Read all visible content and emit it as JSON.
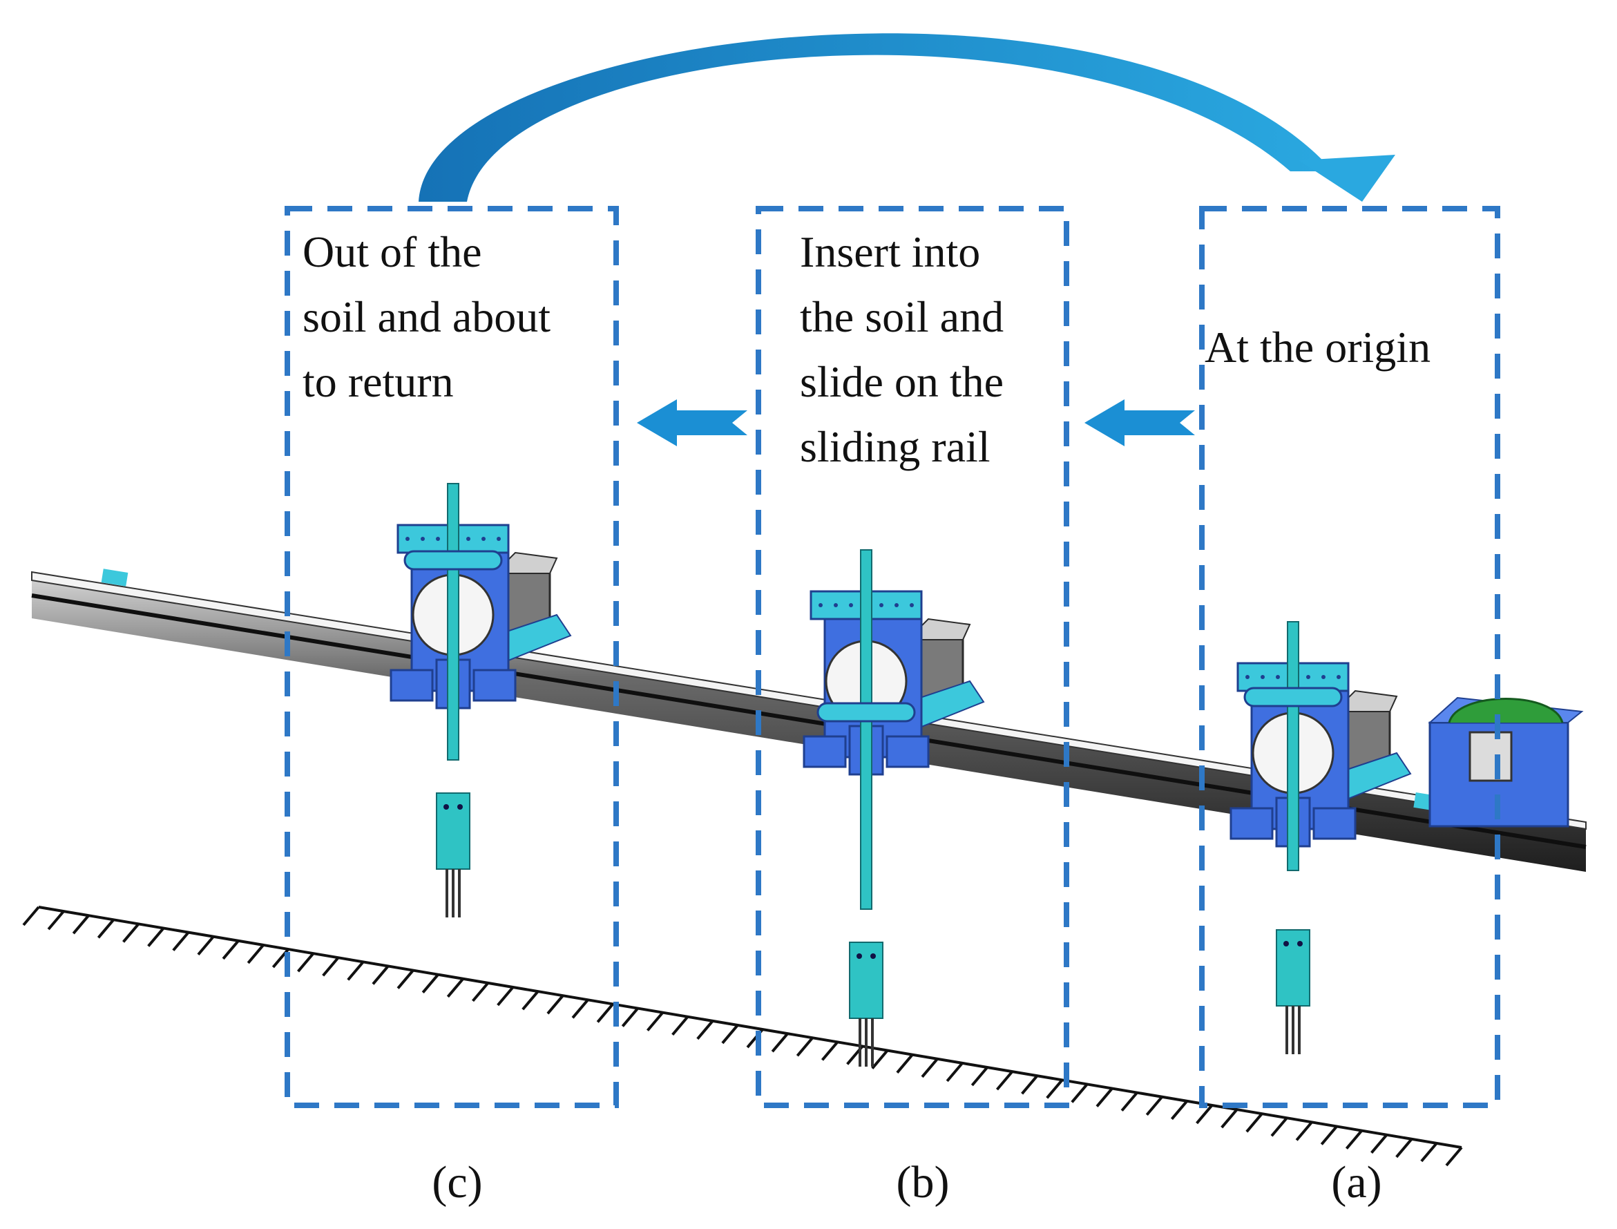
{
  "stages": [
    {
      "id": "c",
      "caption": "(c)",
      "description_lines": [
        "Out of the",
        "soil and about",
        "to return"
      ]
    },
    {
      "id": "b",
      "caption": "(b)",
      "description_lines": [
        "Insert into",
        "the soil and",
        "slide on the",
        "sliding rail"
      ]
    },
    {
      "id": "a",
      "caption": "(a)",
      "description_lines": [
        "At the origin"
      ]
    }
  ],
  "colors": {
    "frame_dash": "#2e78c6",
    "arrow": "#1b8fd4",
    "return_arrow": "#1c7fc2",
    "mechanism_blue": "#3f6fe0",
    "mechanism_cyan": "#3cc8dc",
    "probe_teal": "#2fc3c4",
    "rail_dark": "#2a2a2a",
    "motor_gray": "#7a7a7a",
    "ground_hatch": "#111111"
  },
  "icons": [
    "return-arrow-icon",
    "direction-arrow-icon",
    "ground-hatch-icon"
  ]
}
